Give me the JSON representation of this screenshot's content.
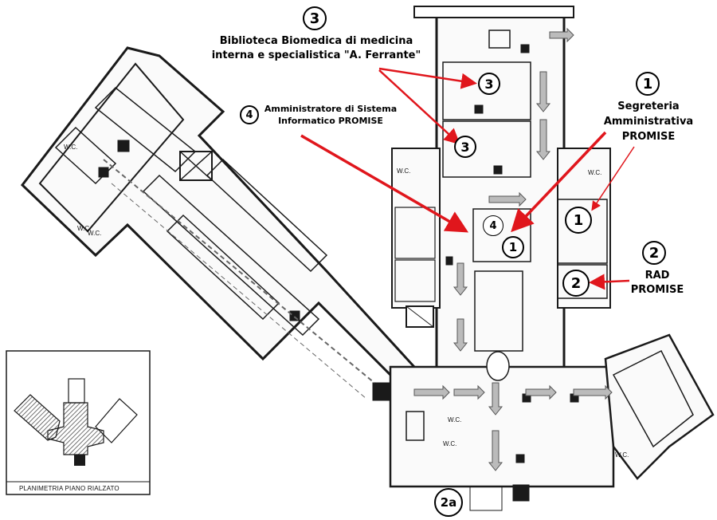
{
  "labels": {
    "biblioteca": {
      "number": "3",
      "line1": "Biblioteca Biomedica di medicina",
      "line2": "interna e specialistica \"A. Ferrante\""
    },
    "amministratore": {
      "number": "4",
      "line1": "Amministratore di Sistema",
      "line2": "Informatico PROMISE"
    },
    "segreteria": {
      "number": "1",
      "line1": "Segreteria",
      "line2": "Amministrativa",
      "line3": "PROMISE"
    },
    "rad": {
      "number": "2",
      "line1": "RAD",
      "line2": "PROMISE"
    },
    "entrance": {
      "number": "2a"
    }
  },
  "room_markers": {
    "biblioteca_upper": "3",
    "biblioteca_lower": "3",
    "amministratore": "4",
    "segreteria_small": "1",
    "segreteria_right": "1",
    "rad": "2"
  },
  "wc_labels": [
    "W.C.",
    "W.C.",
    "W.C.",
    "W.C.",
    "W.C.",
    "W.C.",
    "W.C.",
    "W.C."
  ],
  "inset": {
    "caption": "PLANIMETRIA PIANO RIALZATO"
  },
  "colors": {
    "arrow": "#e0161c",
    "wall": "#1a1a1a",
    "hatch": "#555555"
  }
}
